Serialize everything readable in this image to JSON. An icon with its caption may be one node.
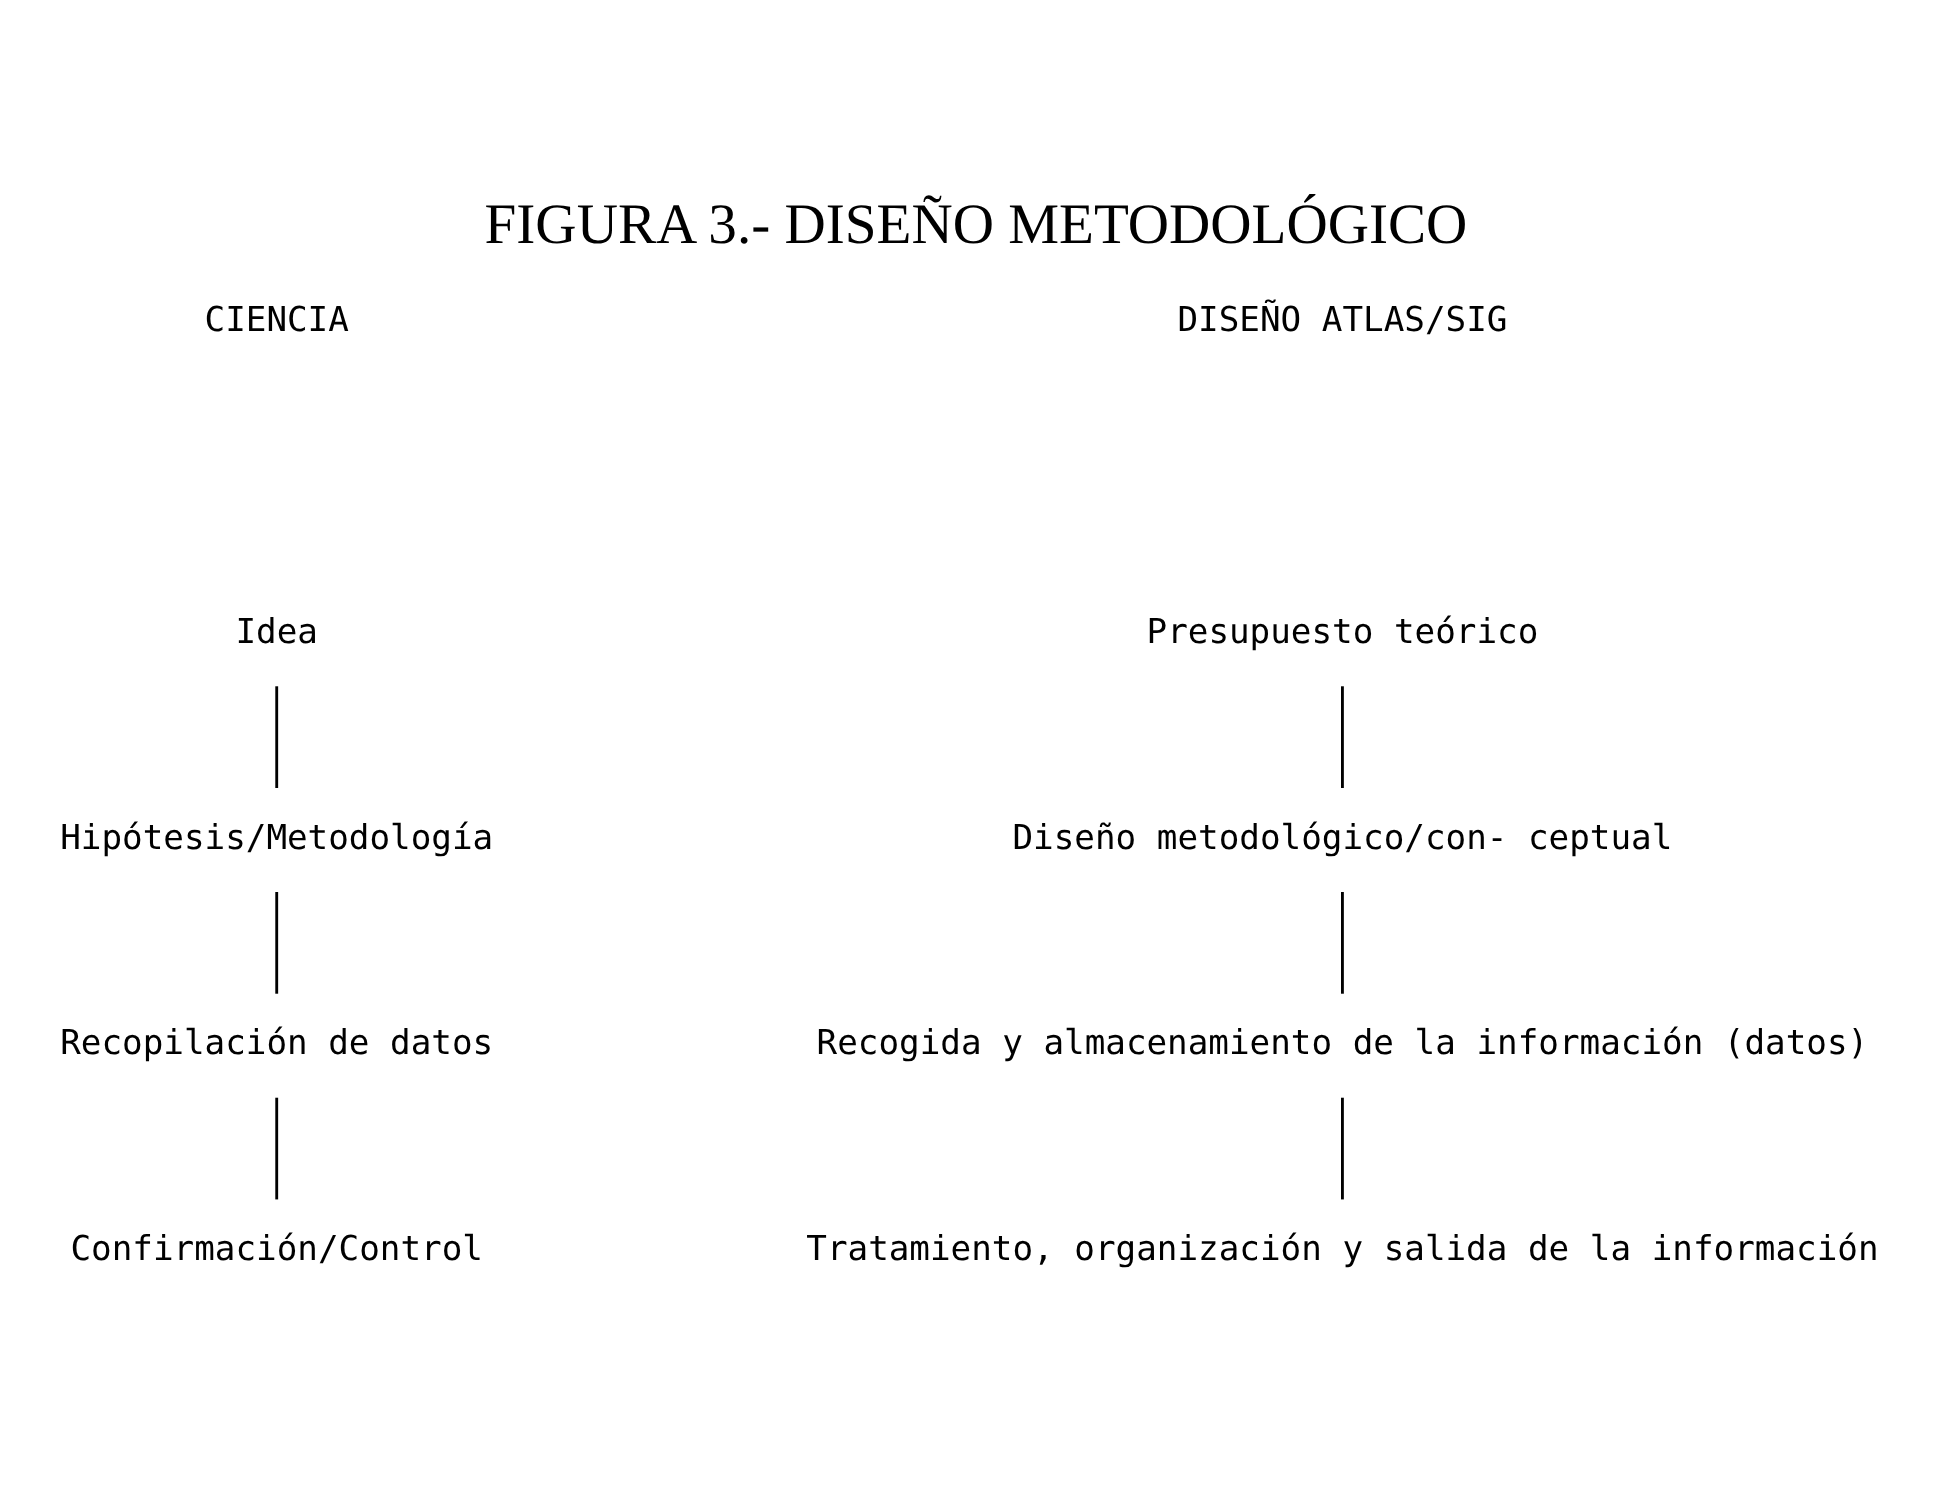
{
  "diagram": {
    "title": "FIGURA 3.- DISEÑO METODOLÓGICO",
    "nodes": [
      {
        "text": [
          "Idea"
        ]
      },
      {
        "text": [
          "Hipótesis/Metodología"
        ]
      },
      {
        "text": [
          "Recopilación de datos"
        ]
      },
      {
        "text": [
          "Confirmación/Control"
        ]
      },
      {
        "text": [
          "Presupuesto teórico"
        ]
      },
      {
        "text": [
          "Diseño metodológico/con- ceptual"
        ]
      },
      {
        "text": [
          "Recogida y almacenamiento de la información (datos)"
        ]
      },
      {
        "text": [
          "Tratamiento, organización y salida de la información"
        ]
      }
    ],
    "edges": [
      {
        "from": 0,
        "to": 1,
        "arrow": "none"
      },
      {
        "from": 1,
        "to": 2,
        "arrow": "none"
      },
      {
        "from": 2,
        "to": 3,
        "arrow": "none"
      },
      {
        "from": 4,
        "to": 5,
        "arrow": "none"
      },
      {
        "from": 5,
        "to": 6,
        "arrow": "none"
      },
      {
        "from": 6,
        "to": 7,
        "arrow": "none"
      }
    ],
    "labels": [
      "CIENCIA",
      "DISEÑO ATLAS/SIG"
    ]
  }
}
